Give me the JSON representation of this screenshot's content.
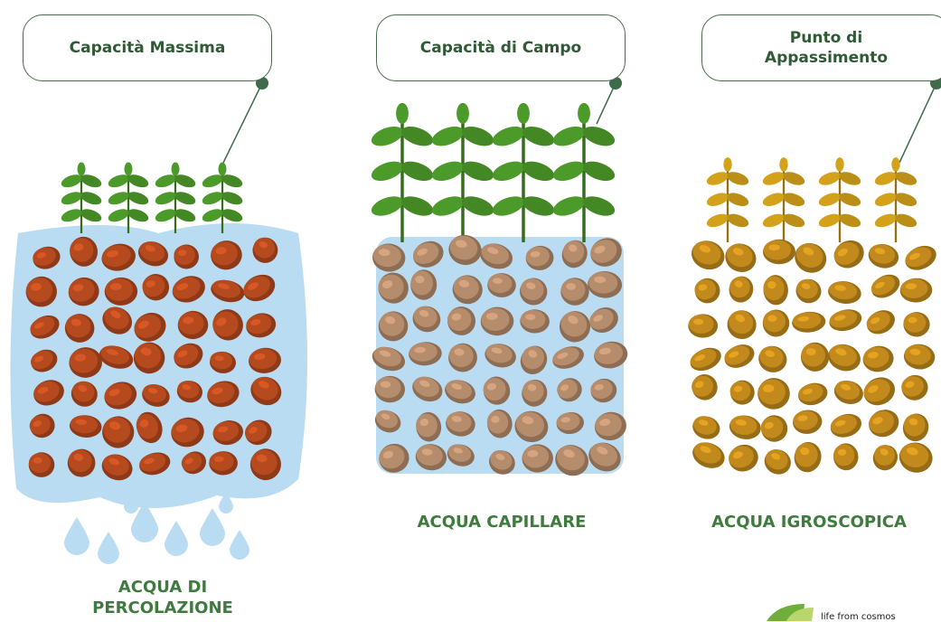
{
  "panels": [
    {
      "title": "Capacità Massima",
      "caption": "ACQUA DI PERCOLAZIONE",
      "soil": "wet"
    },
    {
      "title": "Capacità di Campo",
      "caption": "ACQUA CAPILLARE",
      "soil": "moist"
    },
    {
      "title": "Punto di Appassimento",
      "caption": "ACQUA IGROSCOPICA",
      "soil": "dry"
    }
  ],
  "brand": {
    "text": "life from cosmos"
  },
  "colors": {
    "label_text": "#2f5a35",
    "caption_text": "#3f7a3f",
    "water": "#b9dcf3",
    "wet_stone": "#b64a1f",
    "moist_stone": "#b58c6c",
    "dry_stone": "#c28a1c",
    "leaf_green": "#4c9a2a",
    "leaf_yellow": "#d4a21a",
    "connector": "#3e6b4a"
  }
}
